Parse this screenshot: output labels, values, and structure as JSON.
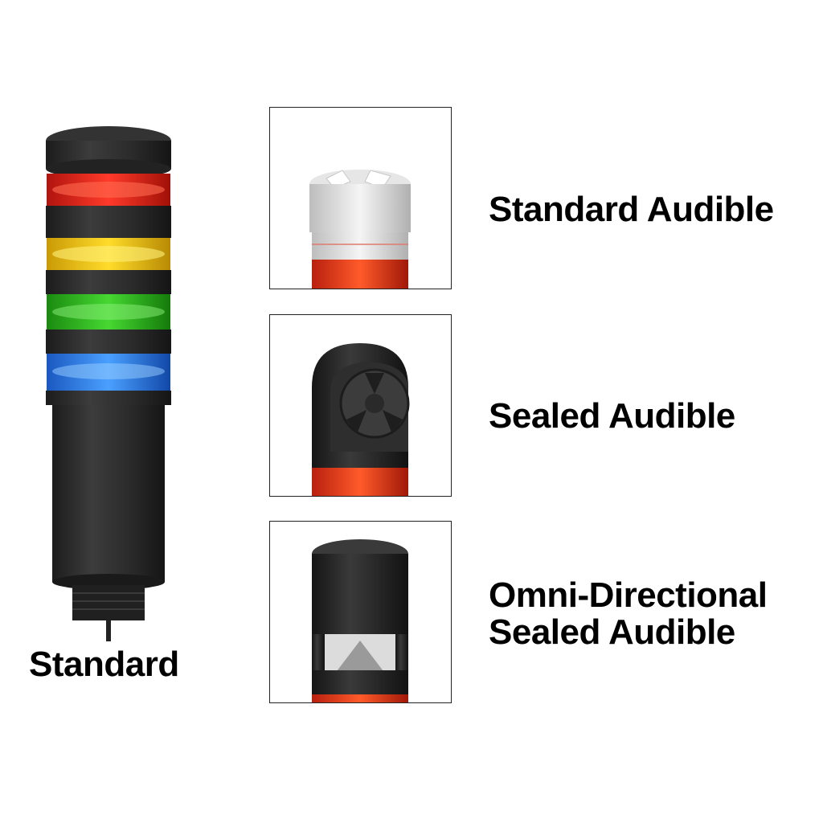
{
  "main_product": {
    "caption": "Standard",
    "segments": [
      {
        "color": "#e8231c"
      },
      {
        "color": "#f2c40f"
      },
      {
        "color": "#2fb61e"
      },
      {
        "color": "#2a78ea"
      }
    ],
    "body_color": "#2b2b2b"
  },
  "options": [
    {
      "label": "Standard Audible",
      "cap_color": "#e9e9e9",
      "light_color": "#f03a1a"
    },
    {
      "label": "Sealed Audible",
      "cap_color": "#2a2a2a",
      "light_color": "#f03a1a"
    },
    {
      "label_line1": "Omni-Directional",
      "label_line2": "Sealed Audible",
      "cap_color": "#2a2a2a",
      "light_color": "#f03a1a"
    }
  ]
}
